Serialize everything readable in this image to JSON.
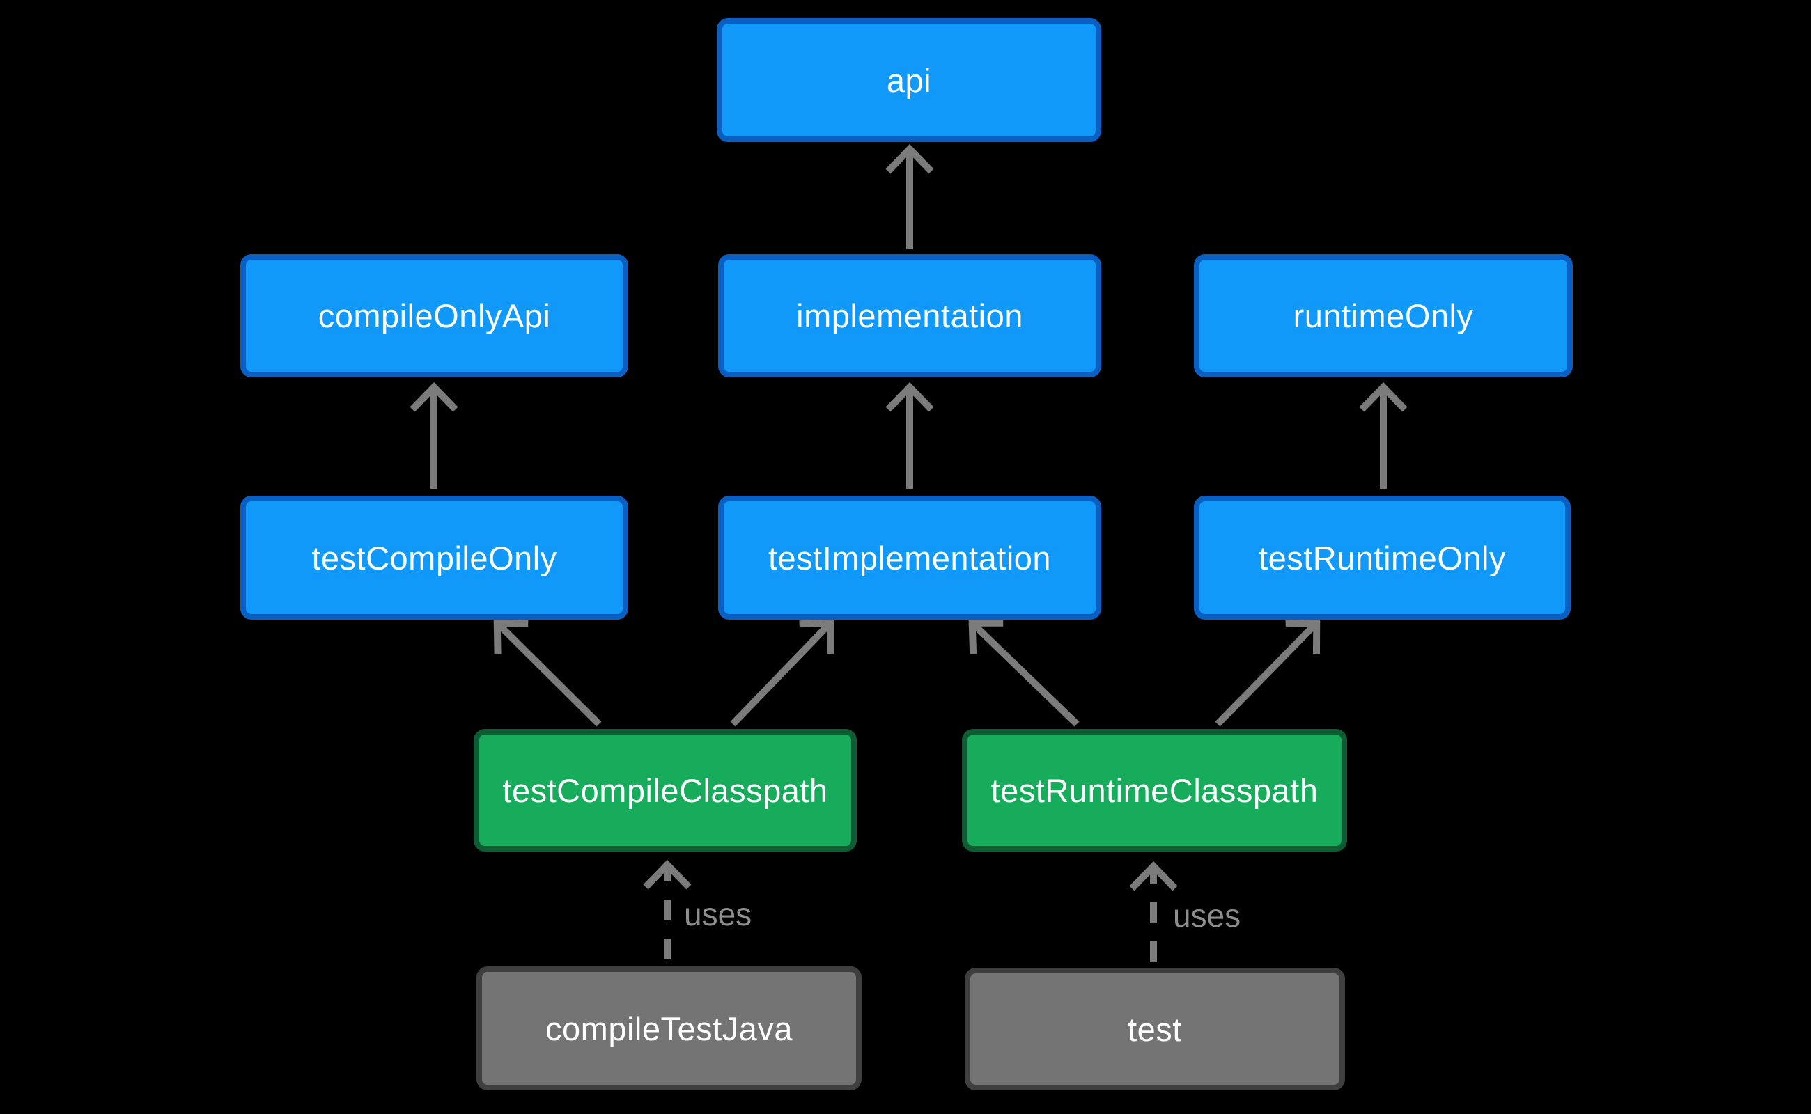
{
  "nodes": {
    "api": {
      "label": "api",
      "kind": "configuration"
    },
    "compileOnlyApi": {
      "label": "compileOnlyApi",
      "kind": "configuration"
    },
    "implementation": {
      "label": "implementation",
      "kind": "configuration"
    },
    "runtimeOnly": {
      "label": "runtimeOnly",
      "kind": "configuration"
    },
    "testCompileOnly": {
      "label": "testCompileOnly",
      "kind": "configuration"
    },
    "testImplementation": {
      "label": "testImplementation",
      "kind": "configuration"
    },
    "testRuntimeOnly": {
      "label": "testRuntimeOnly",
      "kind": "configuration"
    },
    "testCompileClasspath": {
      "label": "testCompileClasspath",
      "kind": "classpath"
    },
    "testRuntimeClasspath": {
      "label": "testRuntimeClasspath",
      "kind": "classpath"
    },
    "compileTestJava": {
      "label": "compileTestJava",
      "kind": "task"
    },
    "test": {
      "label": "test",
      "kind": "task"
    }
  },
  "edges": [
    {
      "from": "implementation",
      "to": "api",
      "style": "solid"
    },
    {
      "from": "testCompileOnly",
      "to": "compileOnlyApi",
      "style": "solid"
    },
    {
      "from": "testImplementation",
      "to": "implementation",
      "style": "solid"
    },
    {
      "from": "testRuntimeOnly",
      "to": "runtimeOnly",
      "style": "solid"
    },
    {
      "from": "testCompileClasspath",
      "to": "testCompileOnly",
      "style": "solid"
    },
    {
      "from": "testCompileClasspath",
      "to": "testImplementation",
      "style": "solid"
    },
    {
      "from": "testRuntimeClasspath",
      "to": "testImplementation",
      "style": "solid"
    },
    {
      "from": "testRuntimeClasspath",
      "to": "testRuntimeOnly",
      "style": "solid"
    },
    {
      "from": "compileTestJava",
      "to": "testCompileClasspath",
      "style": "dashed",
      "label": "uses"
    },
    {
      "from": "test",
      "to": "testRuntimeClasspath",
      "style": "dashed",
      "label": "uses"
    }
  ],
  "edge_labels": {
    "uses_compile": "uses",
    "uses_runtime": "uses"
  },
  "colors": {
    "background": "#000000",
    "configuration_fill": "#1199FA",
    "configuration_border": "#0A60C2",
    "classpath_fill": "#17AB5C",
    "classpath_border": "#0D5C34",
    "task_fill": "#747474",
    "task_border": "#3F3F3F",
    "node_text": "#FFFFFF",
    "arrow": "#7B7B7B",
    "uses_text": "#8E8E8E"
  }
}
